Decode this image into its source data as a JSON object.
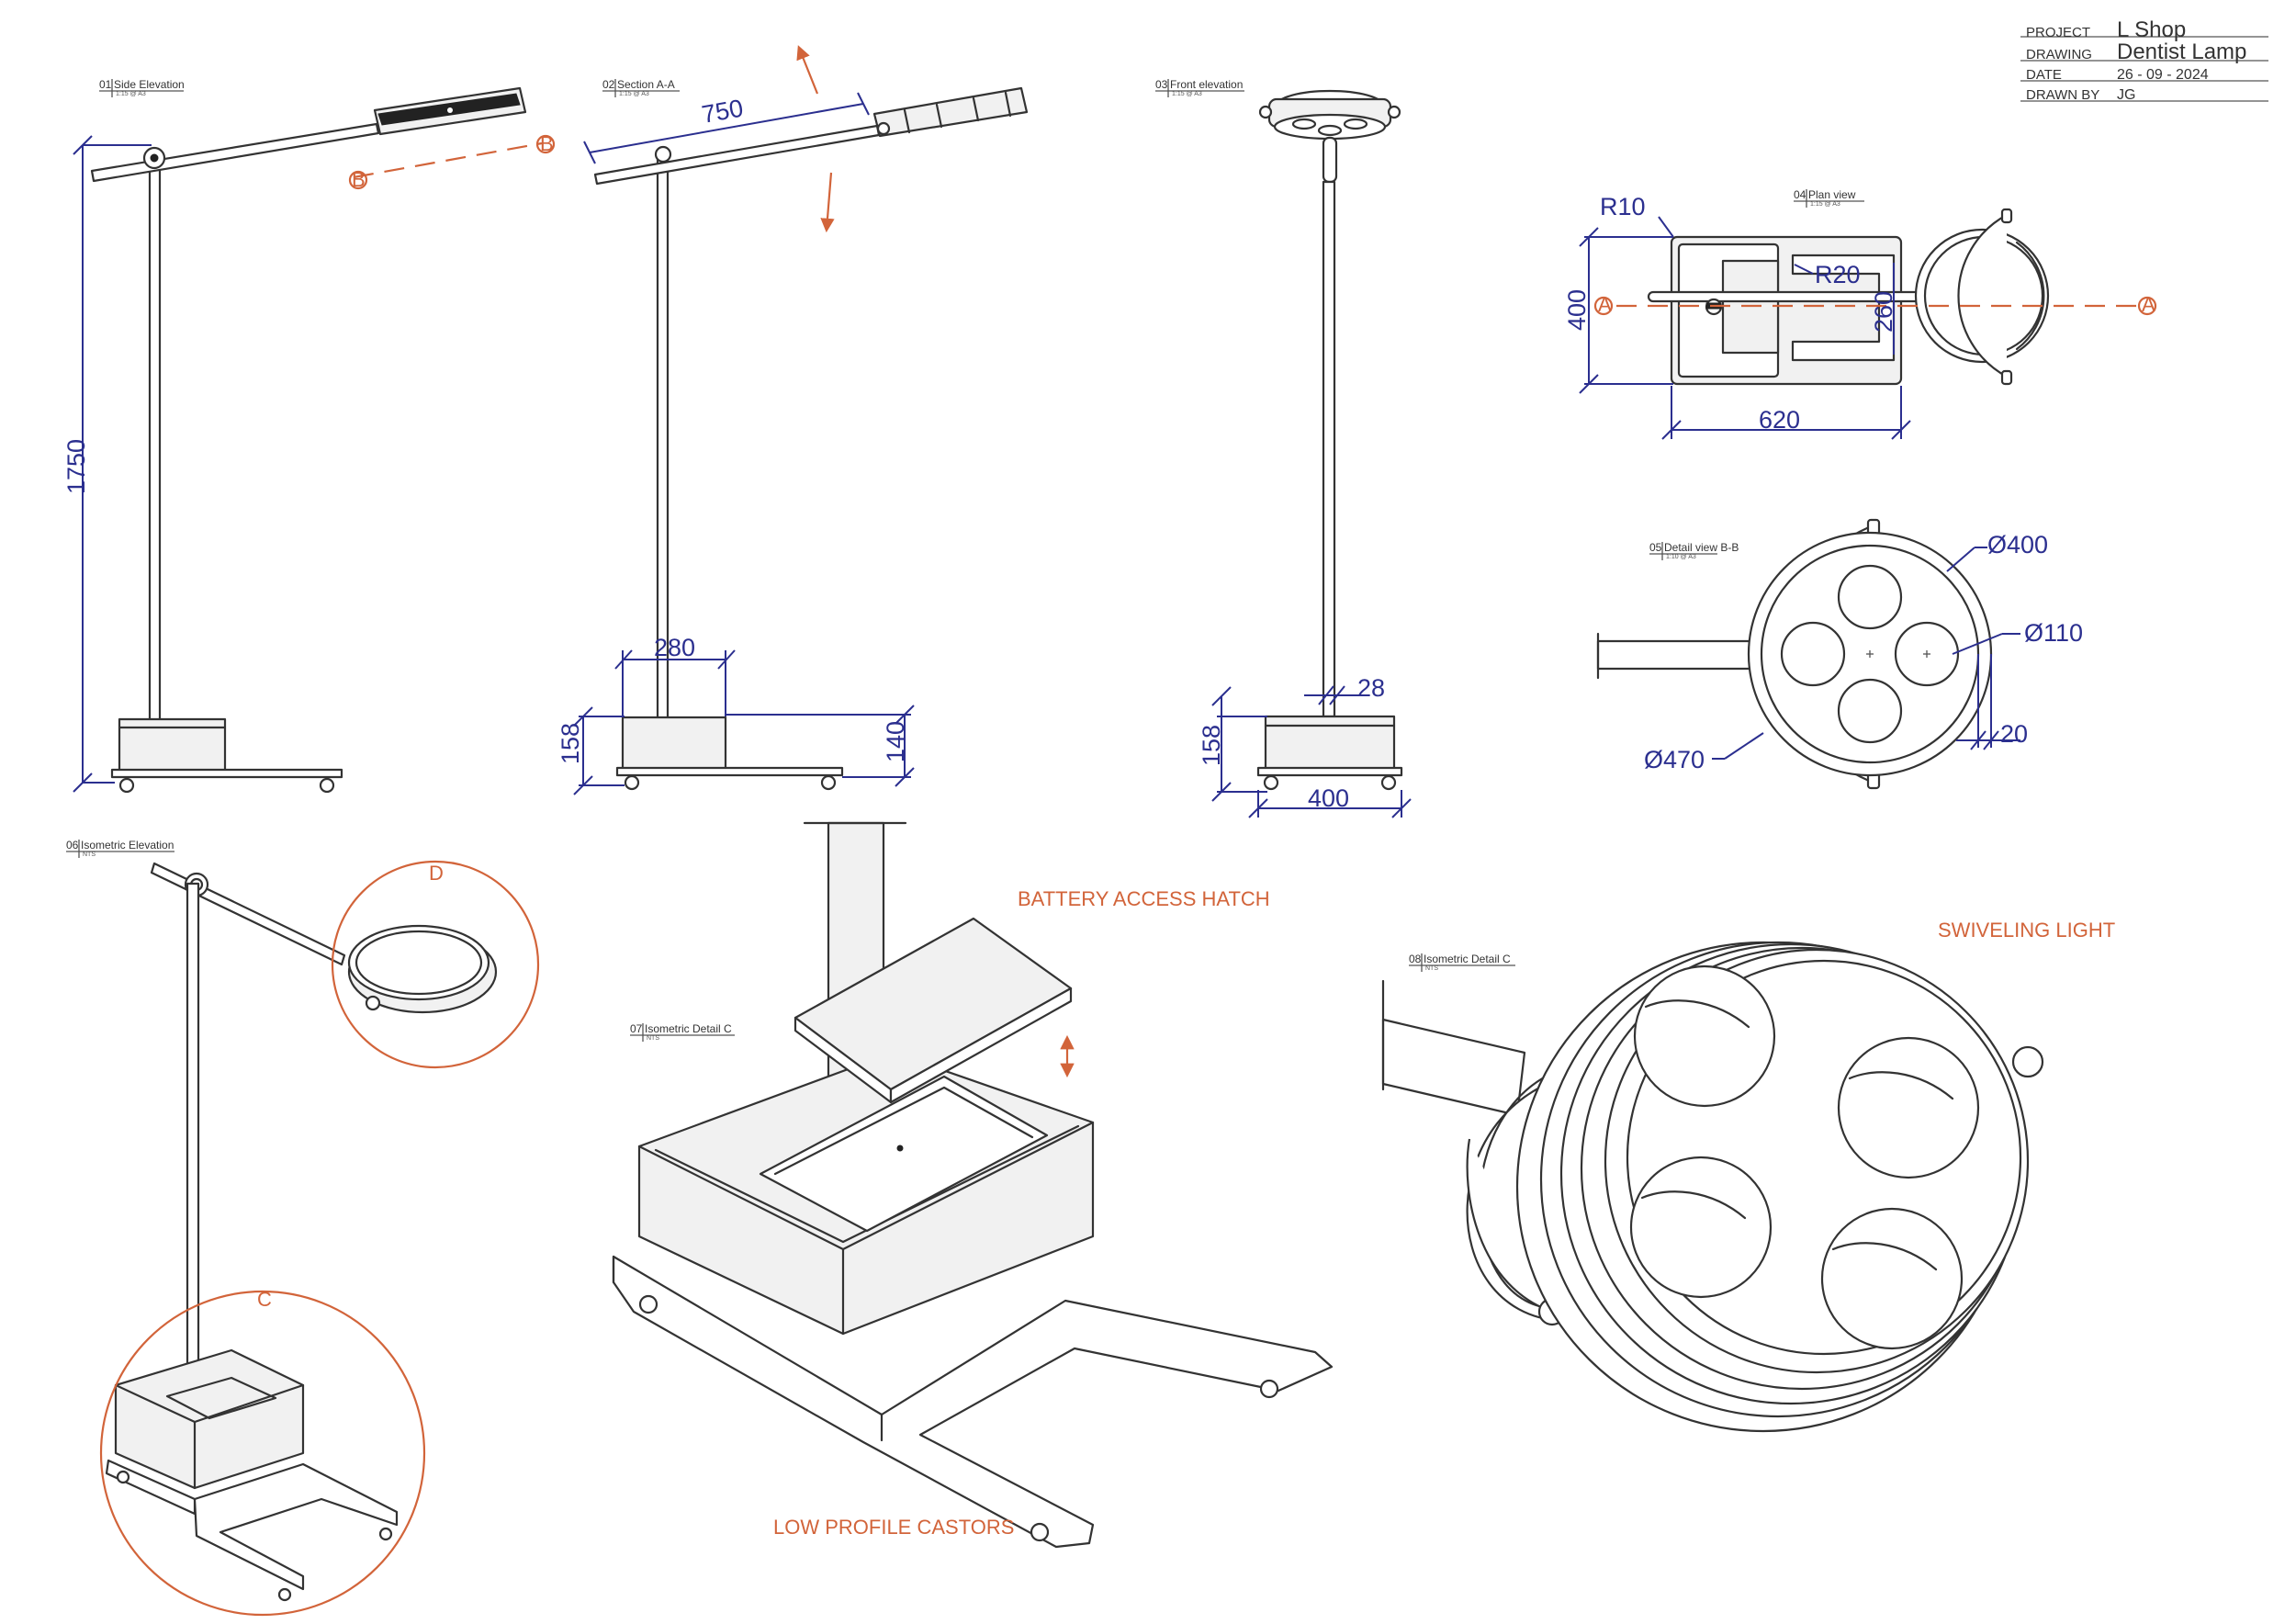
{
  "title_block": {
    "project_label": "PROJECT",
    "project_value": "L Shop",
    "drawing_label": "DRAWING",
    "drawing_value": "Dentist Lamp",
    "date_label": "DATE",
    "date_value": "26 - 09 - 2024",
    "drawn_by_label": "DRAWN BY",
    "drawn_by_value": "JG"
  },
  "views": {
    "v01": {
      "num": "01",
      "title": "Side Elevation",
      "scale": "1:15 @ A3"
    },
    "v02": {
      "num": "02",
      "title": "Section A-A",
      "scale": "1:15 @ A3"
    },
    "v03": {
      "num": "03",
      "title": "Front elevation",
      "scale": "1:15 @ A3"
    },
    "v04": {
      "num": "04",
      "title": "Plan view",
      "scale": "1:15 @ A3"
    },
    "v05": {
      "num": "05",
      "title": "Detail view B-B",
      "scale": "1:10 @ A3"
    },
    "v06": {
      "num": "06",
      "title": "Isometric Elevation",
      "scale": "NTS"
    },
    "v07": {
      "num": "07",
      "title": "Isometric Detail C",
      "scale": "NTS"
    },
    "v08": {
      "num": "08",
      "title": "Isometric Detail C",
      "scale": "NTS"
    }
  },
  "dimensions": {
    "height_1750": "1750",
    "arm_750": "750",
    "base_280": "280",
    "base_158": "158",
    "base_140": "140",
    "pole_28": "28",
    "front_158": "158",
    "front_400": "400",
    "r10": "R10",
    "r20": "R20",
    "plan_400": "400",
    "plan_260": "260",
    "plan_620": "620",
    "d400": "Ø400",
    "d110": "Ø110",
    "d470": "Ø470",
    "t20": "20"
  },
  "markers": {
    "section_a": "A",
    "section_b": "B",
    "detail_c": "C",
    "detail_d": "D"
  },
  "annotations": {
    "battery": "BATTERY ACCESS HATCH",
    "castors": "LOW PROFILE CASTORS",
    "swivel": "SWIVELING LIGHT"
  },
  "colors": {
    "dimension": "#2b2f8f",
    "annotation": "#d2643a",
    "linework": "#333333"
  }
}
